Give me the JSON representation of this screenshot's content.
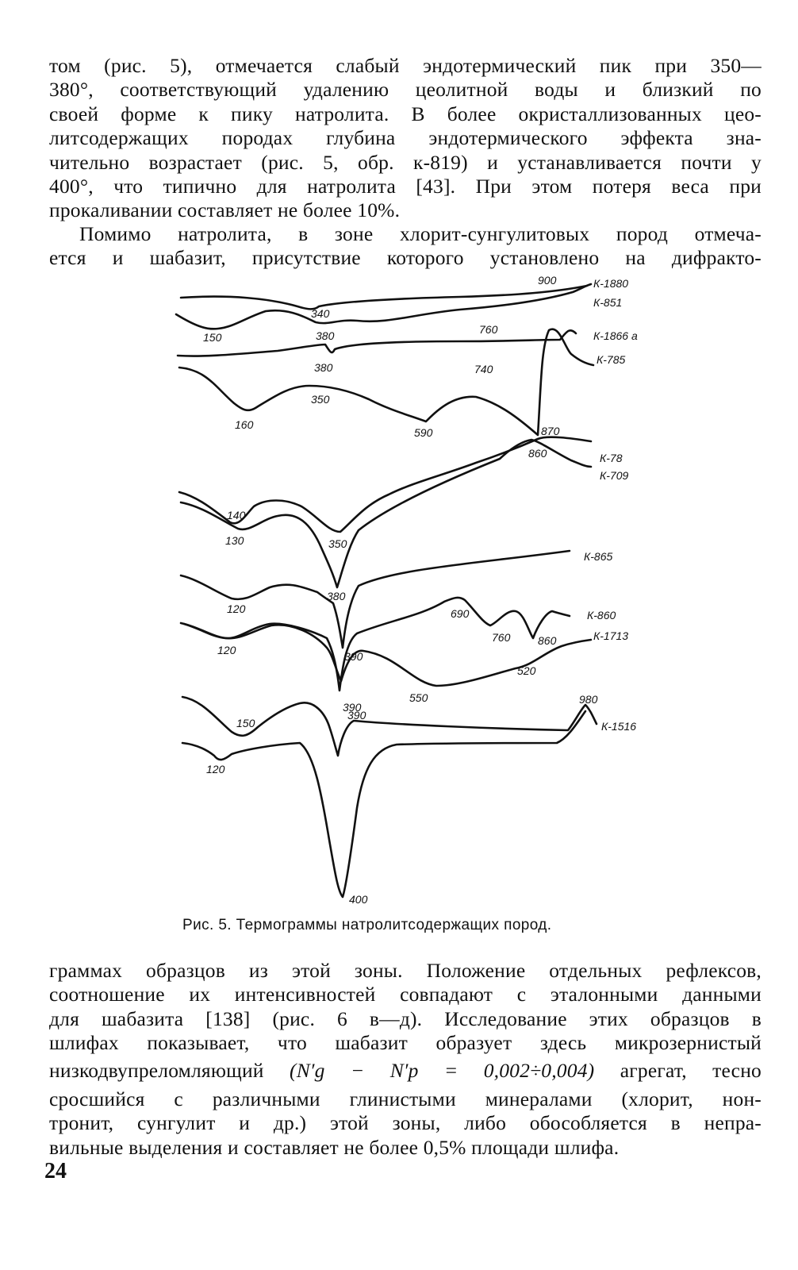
{
  "para1": {
    "lines": [
      "том (рис. 5), отмечается слабый эндотермический пик при 350—",
      "380°, соответствующий удалению цеолитной воды и близкий по",
      "своей форме к пику натролита. В более окристаллизованных цео-",
      "литсодержащих породах глубина эндотермического эффекта зна-",
      "чительно возрастает (рис. 5, обр. к-819) и устанавливается почти у",
      "400°, что типично для натролита [43]. При этом потеря веса при",
      "прокаливании составляет не более 10%."
    ]
  },
  "para2": {
    "lines": [
      "Помимо натролита, в зоне хлорит-сунгулитовых пород отмеча-",
      "ется и шабазит, присутствие которого установлено на дифракто-"
    ]
  },
  "figure": {
    "sample_labels": [
      "К-1880",
      "К-851",
      "К-1866 а",
      "К-785",
      "К-78",
      "К-709",
      "К-865",
      "К-860",
      "К-1713",
      "К-1516"
    ],
    "peak_labels": [
      "900",
      "340",
      "150",
      "380",
      "760",
      "380",
      "740",
      "350",
      "160",
      "590",
      "870",
      "860",
      "140",
      "130",
      "350",
      "380",
      "120",
      "690",
      "760",
      "860",
      "120",
      "390",
      "520",
      "550",
      "150",
      "390",
      "390",
      "120",
      "980",
      "400"
    ],
    "caption": "Рис. 5. Термограммы натролитсодержащих пород."
  },
  "para3": {
    "lines": [
      "граммах образцов из этой зоны. Положение отдельных рефлексов,",
      "соотношение их интенсивностей совпадают с эталонными данными",
      "для шабазита [138] (рис. 6 в—д). Исследование этих образцов в",
      "шлифах показывает, что шабазит образует здесь микрозернистый"
    ],
    "formula_pre": "низкодвупреломляющий",
    "formula": "(N′g − N′p = 0,002÷0,004)",
    "formula_post": "агрегат, тесно",
    "lines2": [
      "сросшийся с различными глинистыми минералами (хлорит, нон-",
      "тронит, сунгулит и др.) этой зоны, либо обособляется в непра-",
      "вильные выделения и составляет не более 0,5% площади шлифа."
    ]
  },
  "page_number": "24"
}
